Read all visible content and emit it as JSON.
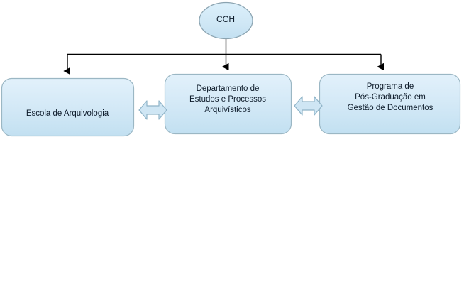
{
  "diagram": {
    "title": "Organograma CCH",
    "colors": {
      "node_fill_top": "#dbeefa",
      "node_fill_bottom": "#c6e2f2",
      "node_border": "#9bb7c4",
      "connector": "#000000",
      "bidirectional_arrow_fill": "#cfe6f4",
      "bidirectional_arrow_border": "#8fb4c8",
      "text": "#0d1b2a",
      "background": "#ffffff"
    },
    "root": {
      "id": "cch",
      "shape": "ellipse",
      "label": "CCH"
    },
    "children": [
      {
        "id": "escola",
        "shape": "rounded-rectangle",
        "label": "Escola de Arquivologia"
      },
      {
        "id": "departamento",
        "shape": "rounded-rectangle",
        "label": "Departamento de\nEstudos e Processos\nArquivísticos"
      },
      {
        "id": "programa",
        "shape": "rounded-rectangle",
        "label": "Programa de\nPós-Graduação em\nGestão de Documentos"
      }
    ],
    "connectors": [
      {
        "id": "cch-to-escola",
        "type": "arrow",
        "from": "cch",
        "to": "escola",
        "direction": "down"
      },
      {
        "id": "cch-to-departamento",
        "type": "arrow",
        "from": "cch",
        "to": "departamento",
        "direction": "down"
      },
      {
        "id": "cch-to-programa",
        "type": "arrow",
        "from": "cch",
        "to": "programa",
        "direction": "down"
      },
      {
        "id": "escola-departamento",
        "type": "double-arrow",
        "from": "escola",
        "to": "departamento",
        "direction": "horizontal-bidirectional"
      },
      {
        "id": "departamento-programa",
        "type": "double-arrow",
        "from": "departamento",
        "to": "programa",
        "direction": "horizontal-bidirectional"
      }
    ]
  }
}
